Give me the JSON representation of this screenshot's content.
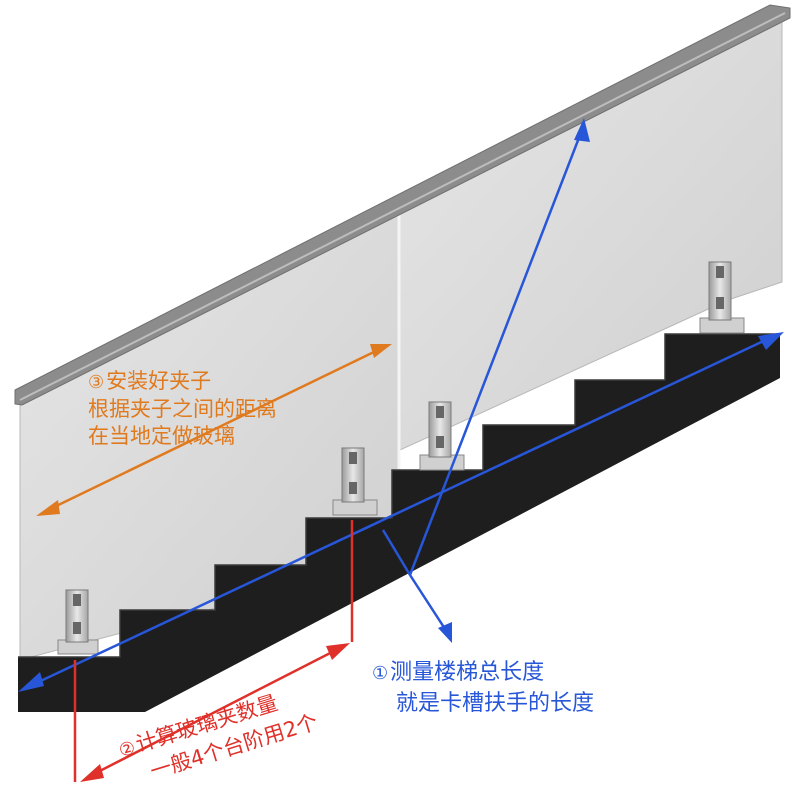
{
  "annotations": {
    "measure": {
      "number": "①",
      "line1": "测量楼梯总长度",
      "line2": "就是卡槽扶手的长度",
      "color": "#2756d8"
    },
    "count": {
      "number": "②",
      "line1": "计算玻璃夹数量",
      "line2": "一般4个台阶用2个",
      "color": "#e0302a"
    },
    "install": {
      "number": "③",
      "line1": "安装好夹子",
      "line2": "根据夹子之间的距离",
      "line3": "在当地定做玻璃",
      "color": "#e07a1f"
    }
  },
  "colors": {
    "stairs": "#1e1e1e",
    "glass": "#dcdcdc",
    "handrail": "#8c8c8c",
    "clamp": "#c6c6c6"
  }
}
